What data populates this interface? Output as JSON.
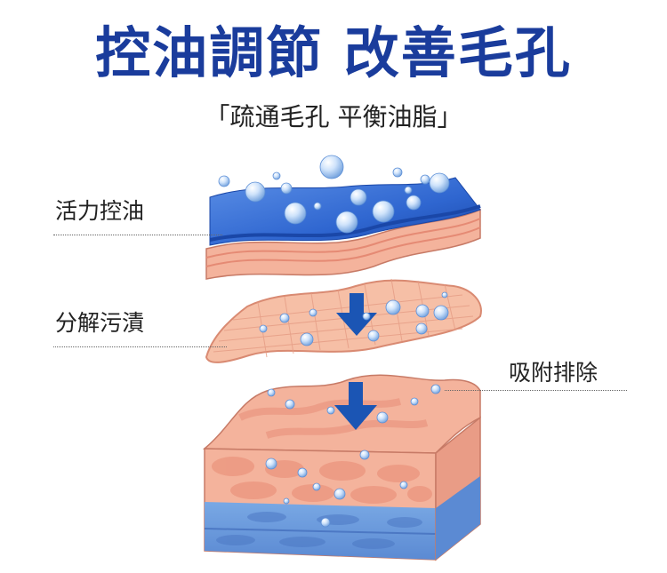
{
  "title": "控油調節 改善毛孔",
  "subtitle": "「疏通毛孔 平衡油脂」",
  "labels": {
    "layer1": "活力控油",
    "layer2": "分解污漬",
    "layer3": "吸附排除"
  },
  "colors": {
    "title": "#1a3c9c",
    "arrow": "#1b55b4",
    "blue_layer": "#2f66d0",
    "skin": "#f4b39c",
    "skin_dark": "#e58a74",
    "bottom_blue": "#6b9ede"
  }
}
